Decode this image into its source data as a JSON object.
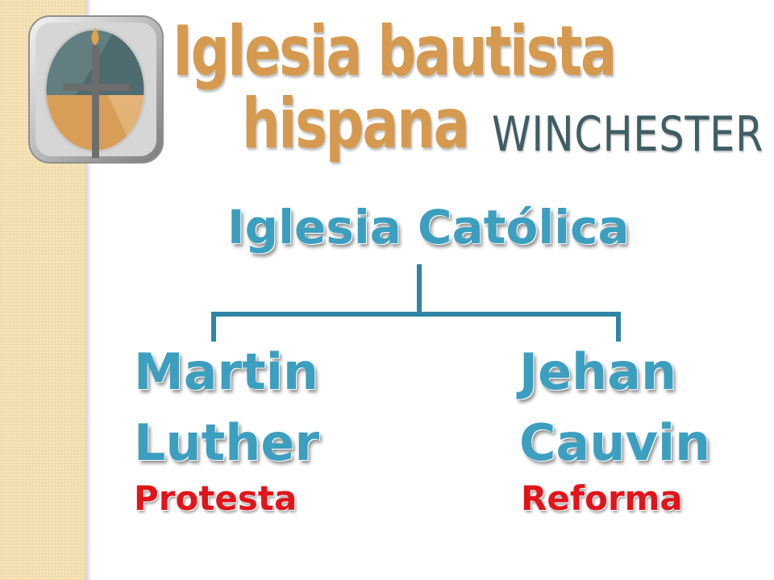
{
  "colors": {
    "logo_orange": "#d59a4f",
    "logo_slate": "#3f5e63",
    "node_blue": "#3c9fbf",
    "connector_blue": "#2f85a3",
    "sub_red": "#e0151b",
    "side_band": "#f6e4b8"
  },
  "logo": {
    "icon": "cross-flame-icon",
    "line1": "Iglesia bautista",
    "line2": "hispana",
    "city": "WINCHESTER"
  },
  "tree": {
    "root": "Iglesia Católica",
    "children": [
      {
        "name_line1": "Martin",
        "name_line2": "Luther",
        "subtitle": "Protesta"
      },
      {
        "name_line1": "Jehan",
        "name_line2": "Cauvin",
        "subtitle": "Reforma"
      }
    ]
  }
}
